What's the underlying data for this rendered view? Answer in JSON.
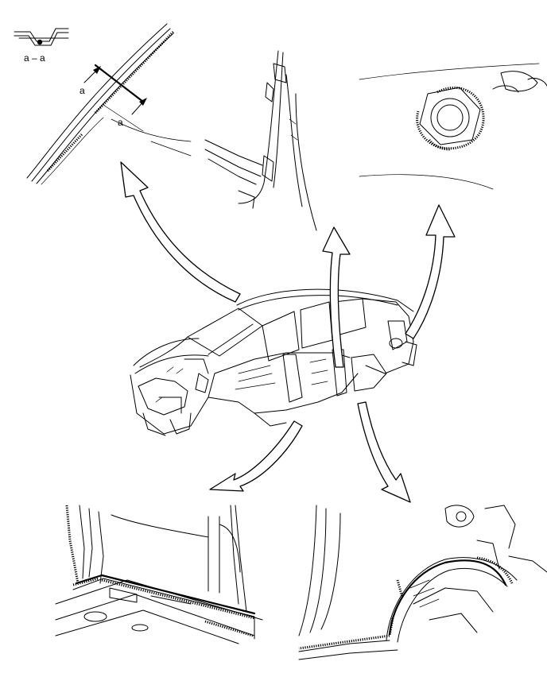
{
  "labels": {
    "section": "a – a",
    "marker_top": "a",
    "marker_bottom": "a"
  },
  "callouts": [
    {
      "id": "roof-rail-sealer"
    },
    {
      "id": "center-pillar-sealer"
    },
    {
      "id": "fuel-filler-sealer"
    },
    {
      "id": "rocker-panel-sealer"
    },
    {
      "id": "rear-wheel-house-sealer"
    }
  ]
}
